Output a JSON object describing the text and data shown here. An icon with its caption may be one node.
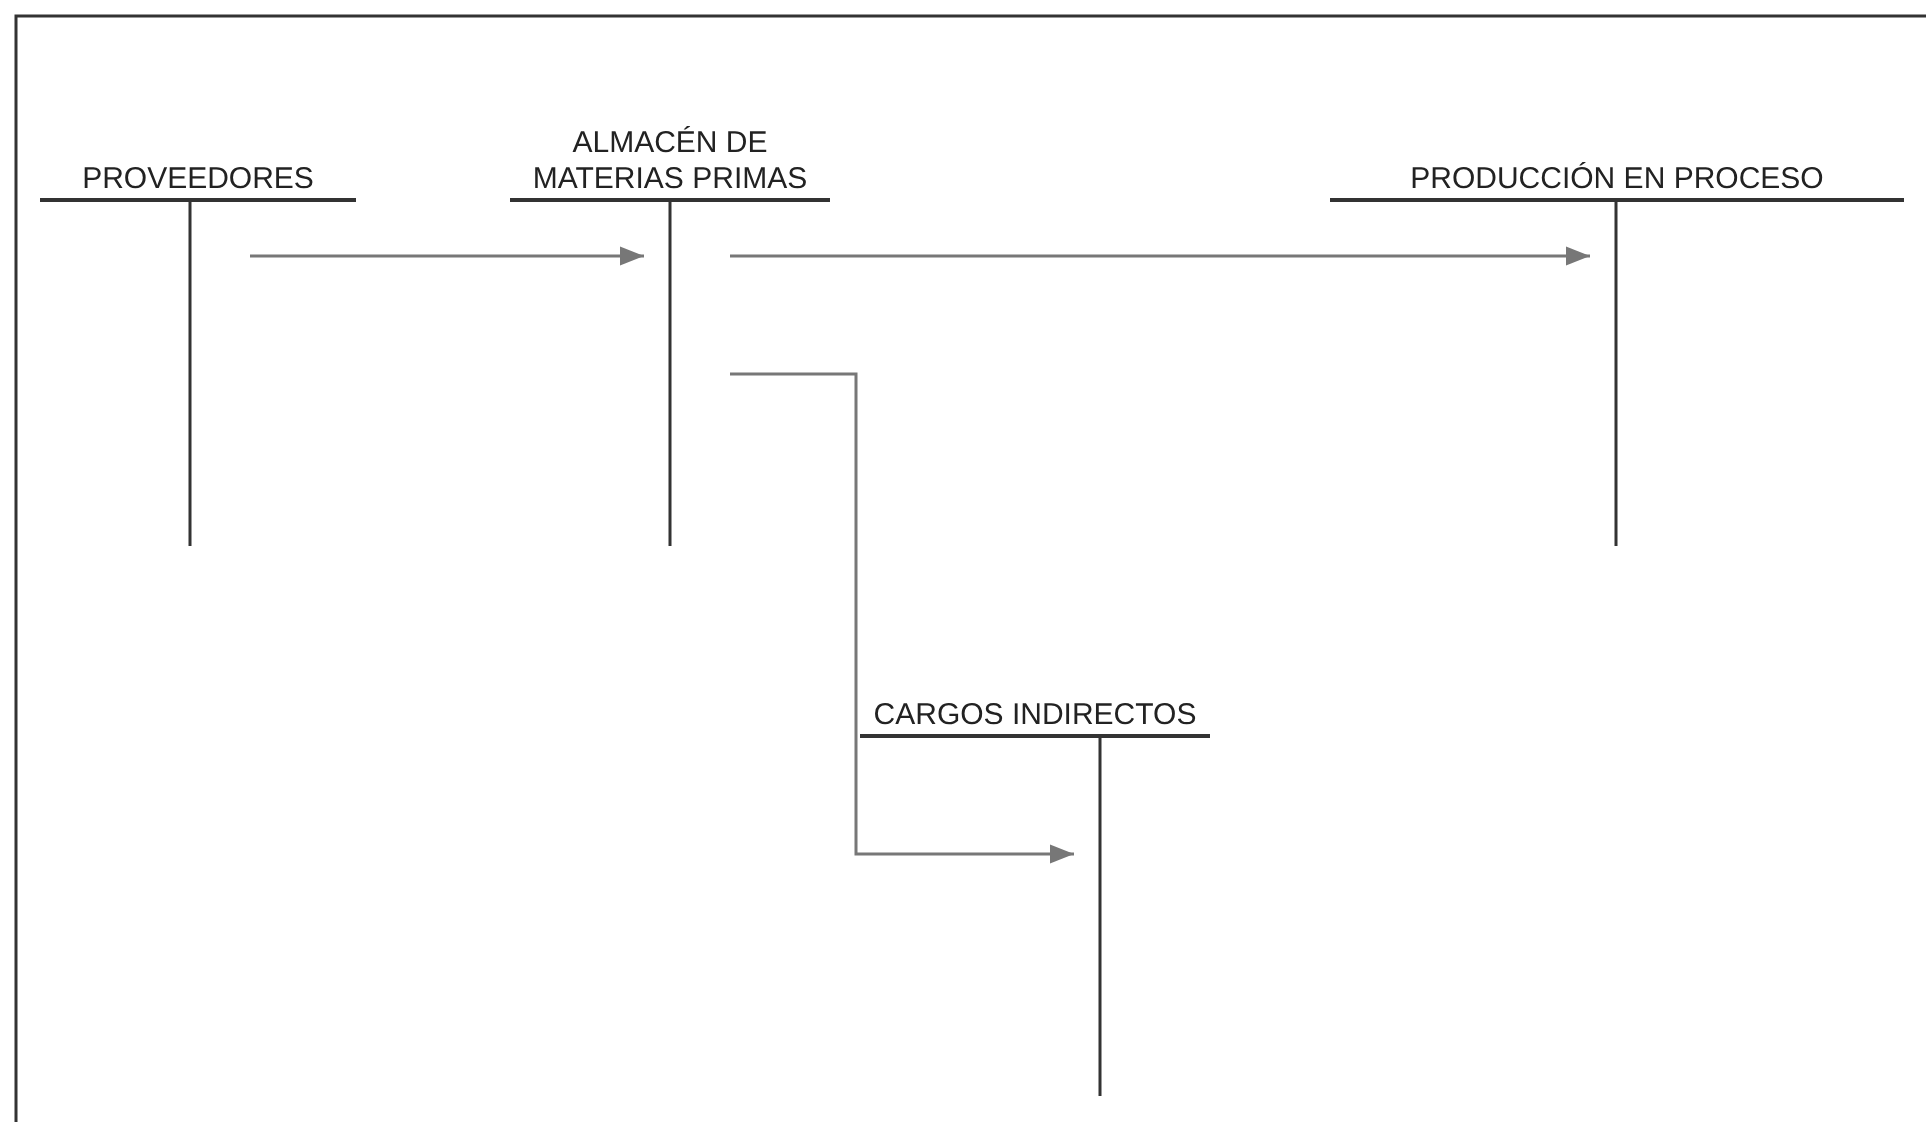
{
  "diagram": {
    "nodes": [
      {
        "text": [
          "PROVEEDORES"
        ]
      },
      {
        "text": [
          "ALMACÉN DE MATERIAS PRIMAS"
        ]
      },
      {
        "text": [
          "PRODUCCIÓN EN PROCESO"
        ]
      },
      {
        "text": [
          "CARGOS INDIRECTOS"
        ]
      }
    ],
    "edges": [
      {
        "from": 0,
        "to": 1,
        "arrow": "to"
      },
      {
        "from": 1,
        "to": 2,
        "arrow": "to"
      },
      {
        "from": 1,
        "to": 3,
        "arrow": "to"
      }
    ]
  }
}
